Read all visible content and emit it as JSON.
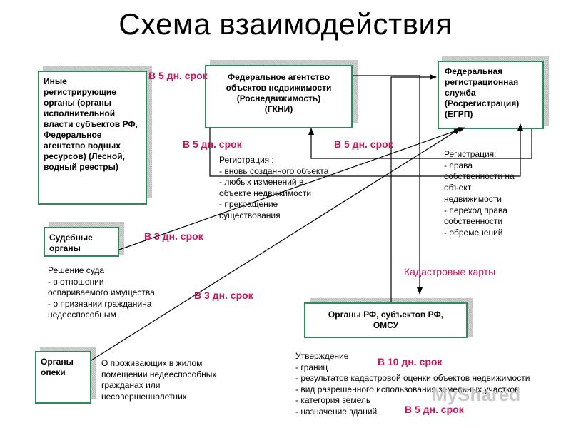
{
  "title": "Схема взаимодействия",
  "boxes": {
    "other_registrars": "Иные регистрирующие органы (органы исполнительной власти субъектов РФ, Федеральное агентство водных ресурсов) (Лесной, водный реестры)",
    "rosnedvizhimost": "Федеральное агентство\nобъектов недвижимости\n(Роснедвижимость)\n(ГКНИ)",
    "rosregistration": "Федеральная регистрационная служба (Росрегистрация)\n(ЕГРП)",
    "courts": "Судебные органы",
    "authorities": "Органы РФ, субъектов РФ,\nОМСУ",
    "guardianship": "Органы опеки"
  },
  "labels": {
    "l1": "В 5 дн. срок",
    "l2": "В 5 дн. срок",
    "l3": "В 5 дн. срок",
    "l4": "В 3 дн. срок",
    "l5": "В 3 дн. срок",
    "l6": "В 10 дн. срок",
    "l7": "В 5 дн. срок",
    "cadastral_maps": "Кадастровые карты"
  },
  "notes": {
    "gkni_registration": "Регистрация :\n- вновь созданного объекта\n- любых изменений в\nобъекте недвижимости\n- прекращение\nсуществования",
    "egrp_registration": "Регистрация:\n- права\nсобственности на\nобъект\nнедвижимости\n- переход права\nсобственности\n- обременений",
    "court_decision": "Решение суда\n- в отношении\nоспариваемого имущества\n- о признании гражданина\nнедееспособным",
    "guardianship_note": "О проживающих в жилом\nпомещении недееспособных\nгражданах или\nнесовершеннолетних",
    "approval": "Утверждение\n- границ\n- результатов кадастровой оценки объектов недвижимости\n- вид разрешенного использования земельных участков\n- категория земель\n- назначение зданий"
  },
  "watermark": "MyShared",
  "colors": {
    "box_border": "#2e8b57",
    "label": "#c4185c",
    "arrow": "#000000"
  }
}
